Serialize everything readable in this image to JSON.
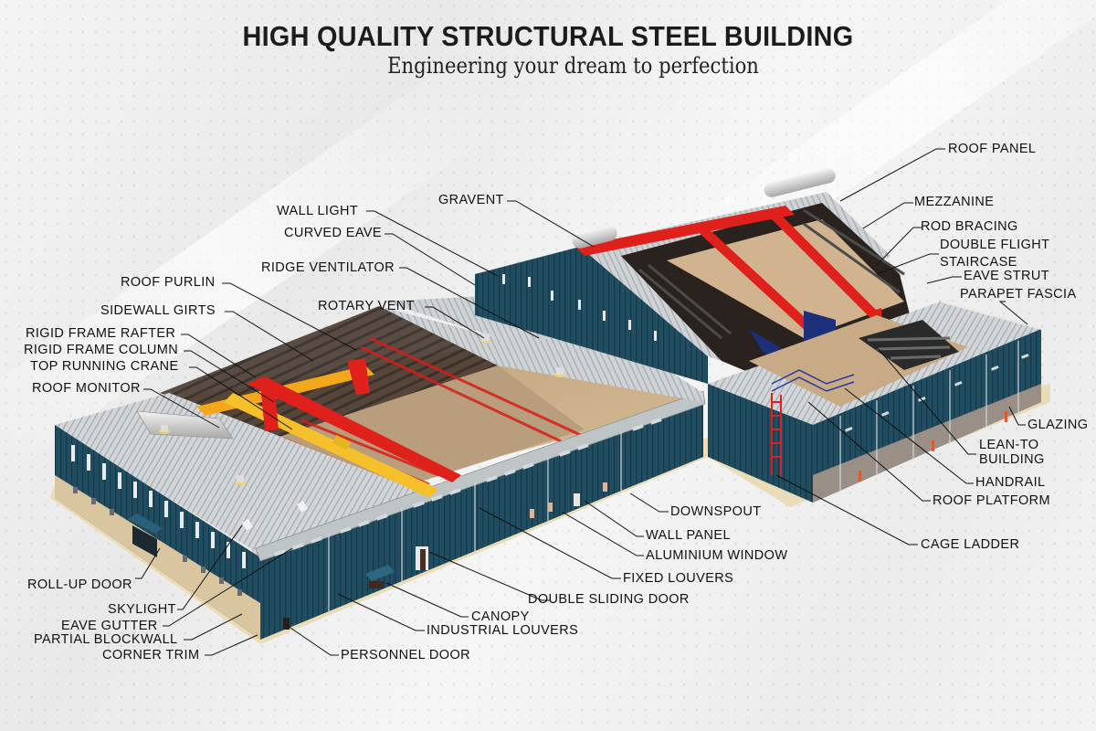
{
  "header": {
    "title": "HIGH QUALITY STRUCTURAL STEEL BUILDING",
    "subtitle": "Engineering your dream to perfection"
  },
  "colors": {
    "wall_panel": "#1f4e63",
    "roof_panel": "#c9cdd0",
    "rigid_frame": "#e0201b",
    "crane": "#f2b51c",
    "staircase": "#1d2f78",
    "floor": "#c8ab86",
    "blockwall": "#d9c6a0"
  },
  "labels": {
    "left": [
      {
        "id": "wall-light",
        "text": "WALL LIGHT"
      },
      {
        "id": "curved-eave",
        "text": "CURVED EAVE"
      },
      {
        "id": "ridge-ventilator",
        "text": "RIDGE VENTILATOR"
      },
      {
        "id": "roof-purlin",
        "text": "ROOF PURLIN"
      },
      {
        "id": "rotary-vent",
        "text": "ROTARY VENT"
      },
      {
        "id": "sidewall-girts",
        "text": "SIDEWALL GIRTS"
      },
      {
        "id": "rigid-frame-rafter",
        "text": "RIGID FRAME RAFTER"
      },
      {
        "id": "rigid-frame-column",
        "text": "RIGID FRAME COLUMN"
      },
      {
        "id": "top-running-crane",
        "text": "TOP RUNNING CRANE"
      },
      {
        "id": "roof-monitor",
        "text": "ROOF MONITOR"
      },
      {
        "id": "gravent",
        "text": "GRAVENT"
      }
    ],
    "right": [
      {
        "id": "roof-panel",
        "text": "ROOF PANEL"
      },
      {
        "id": "mezzanine",
        "text": "MEZZANINE"
      },
      {
        "id": "rod-bracing",
        "text": "ROD BRACING"
      },
      {
        "id": "double-flight-staircase",
        "text": "DOUBLE FLIGHT STAIRCASE",
        "line1": "DOUBLE FLIGHT",
        "line2": "STAIRCASE"
      },
      {
        "id": "eave-strut",
        "text": "EAVE STRUT"
      },
      {
        "id": "parapet-fascia",
        "text": "PARAPET FASCIA"
      },
      {
        "id": "glazing",
        "text": "GLAZING"
      },
      {
        "id": "lean-to-building",
        "text": "LEAN-TO BUILDING",
        "line1": "LEAN-TO",
        "line2": "BUILDING"
      },
      {
        "id": "handrail",
        "text": "HANDRAIL"
      },
      {
        "id": "roof-platform",
        "text": "ROOF PLATFORM"
      },
      {
        "id": "cage-ladder",
        "text": "CAGE LADDER"
      }
    ],
    "bottom": [
      {
        "id": "downspout",
        "text": "DOWNSPOUT"
      },
      {
        "id": "wall-panel",
        "text": "WALL PANEL"
      },
      {
        "id": "aluminium-window",
        "text": "ALUMINIUM WINDOW"
      },
      {
        "id": "fixed-louvers",
        "text": "FIXED LOUVERS"
      },
      {
        "id": "double-sliding-door",
        "text": "DOUBLE SLIDING DOOR"
      },
      {
        "id": "canopy",
        "text": "CANOPY"
      },
      {
        "id": "industrial-louvers",
        "text": "INDUSTRIAL LOUVERS"
      },
      {
        "id": "personnel-door",
        "text": "PERSONNEL DOOR"
      },
      {
        "id": "roll-up-door",
        "text": "ROLL-UP DOOR"
      },
      {
        "id": "skylight",
        "text": "SKYLIGHT"
      },
      {
        "id": "eave-gutter",
        "text": "EAVE GUTTER"
      },
      {
        "id": "partial-blockwall",
        "text": "PARTIAL BLOCKWALL"
      },
      {
        "id": "corner-trim",
        "text": "CORNER TRIM"
      }
    ]
  }
}
